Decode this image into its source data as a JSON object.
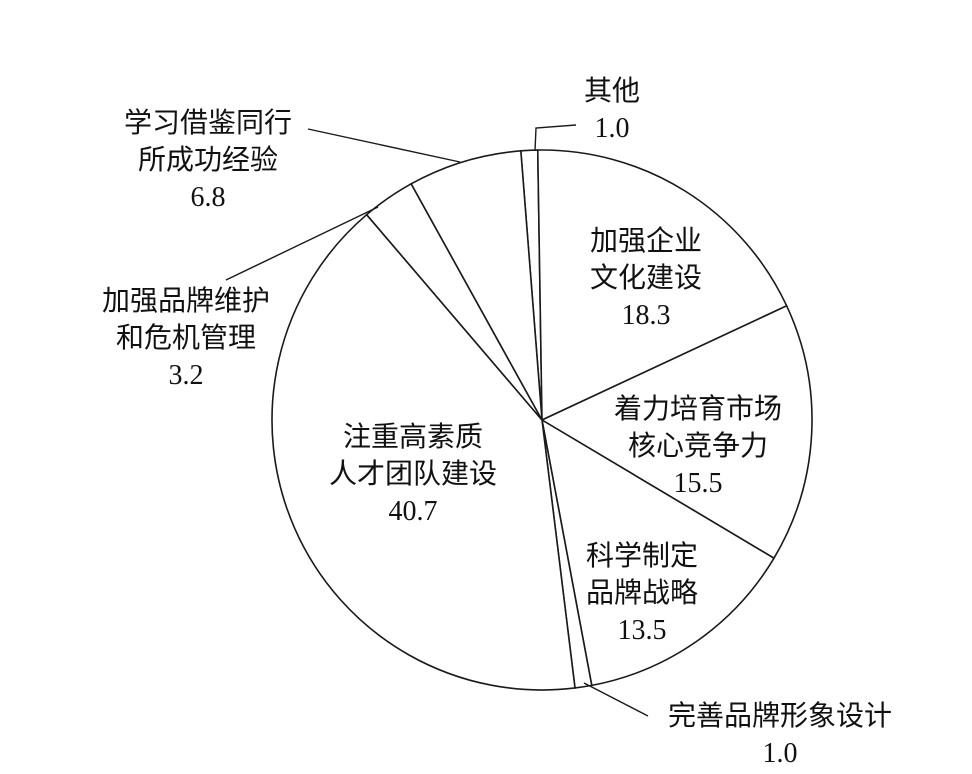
{
  "chart_data": {
    "type": "pie",
    "slices": [
      {
        "label_lines": [
          "其他"
        ],
        "value": 1.0,
        "value_text": "1.0"
      },
      {
        "label_lines": [
          "加强企业",
          "文化建设"
        ],
        "value": 18.3,
        "value_text": "18.3"
      },
      {
        "label_lines": [
          "着力培育市场",
          "核心竞争力"
        ],
        "value": 15.5,
        "value_text": "15.5"
      },
      {
        "label_lines": [
          "科学制定",
          "品牌战略"
        ],
        "value": 13.5,
        "value_text": "13.5"
      },
      {
        "label_lines": [
          "完善品牌形象设计"
        ],
        "value": 1.0,
        "value_text": "1.0"
      },
      {
        "label_lines": [
          "注重高素质",
          "人才团队建设"
        ],
        "value": 40.7,
        "value_text": "40.7"
      },
      {
        "label_lines": [
          "加强品牌维护",
          "和危机管理"
        ],
        "value": 3.2,
        "value_text": "3.2"
      },
      {
        "label_lines": [
          "学习借鉴同行",
          "所成功经验"
        ],
        "value": 6.8,
        "value_text": "6.8"
      }
    ],
    "start_angle_deg": -4.5,
    "direction": "clockwise"
  }
}
